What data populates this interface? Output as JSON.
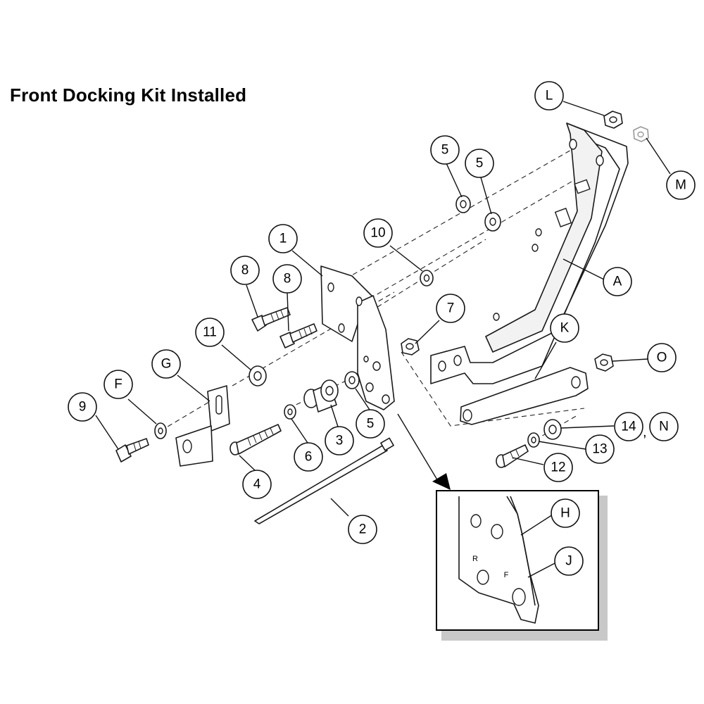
{
  "title": "Front Docking Kit Installed",
  "callouts": {
    "c1": "1",
    "c2": "2",
    "c3": "3",
    "c4": "4",
    "c5a": "5",
    "c5b": "5",
    "c5c": "5",
    "c6": "6",
    "c7": "7",
    "c8a": "8",
    "c8b": "8",
    "c9": "9",
    "c10": "10",
    "c11": "11",
    "c12": "12",
    "c13": "13",
    "c14": "14",
    "cA": "A",
    "cF": "F",
    "cG": "G",
    "cH": "H",
    "cJ": "J",
    "cK": "K",
    "cL": "L",
    "cM": "M",
    "cN": "N",
    "cO": "O"
  },
  "separator": ",",
  "inset": {
    "mark_r": "R",
    "mark_f": "F"
  },
  "colors": {
    "line": "#1a1a1a",
    "background": "#ffffff",
    "inset_shadow": "#c8c8c8"
  }
}
